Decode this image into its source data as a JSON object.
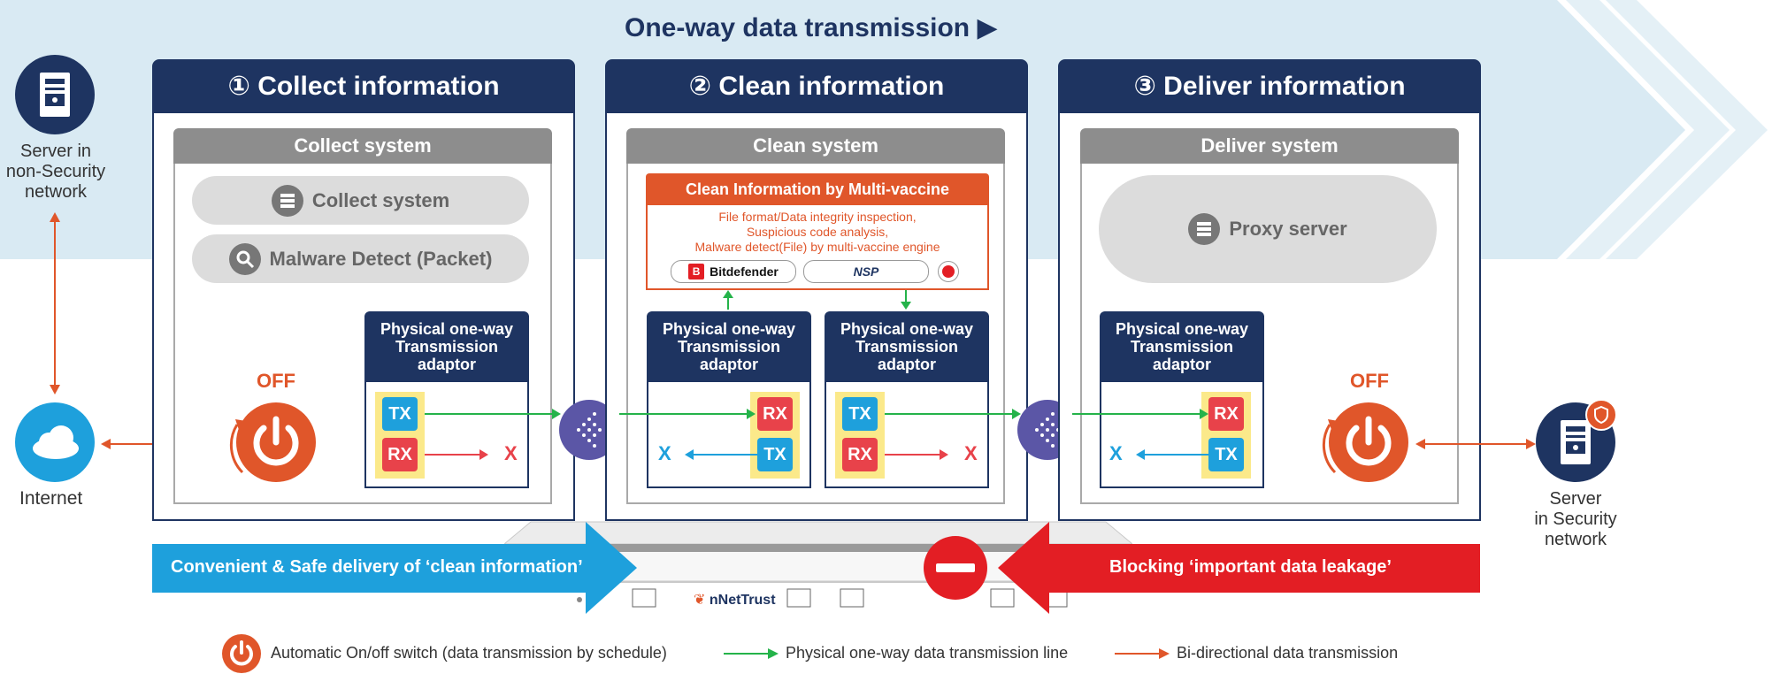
{
  "title": "One-way data transmission ▶",
  "left": {
    "server_label": [
      "Server in",
      "non-Security",
      "network"
    ],
    "internet_label": "Internet"
  },
  "right": {
    "server_label": [
      "Server",
      "in Security",
      "network"
    ]
  },
  "stages": [
    {
      "header": "① Collect information",
      "system": "Collect system",
      "pills": [
        "Collect system",
        "Malware Detect (Packet)"
      ],
      "switch": "OFF"
    },
    {
      "header": "② Clean information",
      "system": "Clean system",
      "vaccine": {
        "title": "Clean Information by Multi-vaccine",
        "lines": [
          "File format/Data integrity inspection,",
          "Suspicious code analysis,",
          "Malware detect(File) by multi-vaccine engine"
        ],
        "vendors": [
          "Bitdefender",
          "NSP"
        ]
      }
    },
    {
      "header": "③ Deliver information",
      "system": "Deliver system",
      "pills": [
        "Proxy server"
      ],
      "switch": "OFF"
    }
  ],
  "adaptor": {
    "title": [
      "Physical one-way",
      "Transmission",
      "adaptor"
    ],
    "tx": "TX",
    "rx": "RX",
    "x": "X"
  },
  "banners": {
    "left": "Convenient & Safe delivery of ‘clean information’",
    "right": "Blocking ‘important data leakage’"
  },
  "brand": "nNetTrust",
  "legend": [
    "Automatic On/off switch (data transmission by schedule)",
    "Physical one-way data transmission line",
    "Bi-directional data transmission"
  ],
  "colors": {
    "navy": "#1e3461",
    "light_blue": "#dcebf3",
    "orange": "#e0562a",
    "green": "#25b34a",
    "blue": "#1ea0dc",
    "red": "#e31e24"
  }
}
